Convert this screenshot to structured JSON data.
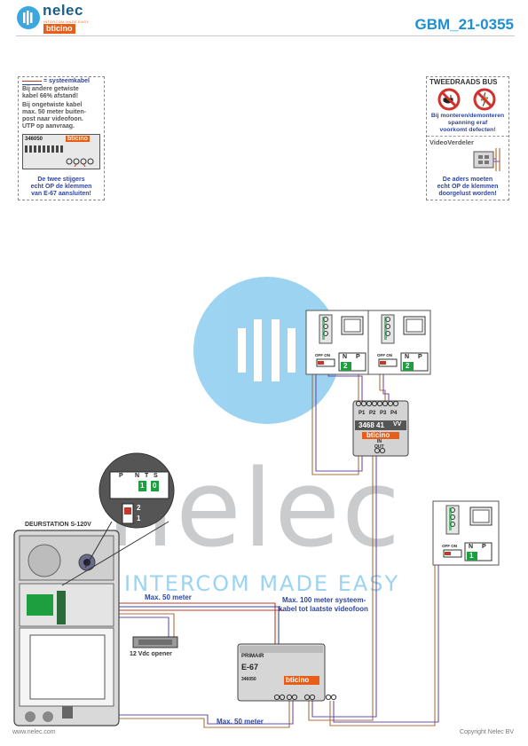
{
  "header": {
    "logo_name": "nelec",
    "logo_tagline": "INTERCOM MADE EASY",
    "logo_brand": "bticino",
    "doc_code": "GBM_21-0355"
  },
  "note_left": {
    "line1": "= systeemkabel",
    "line2": "Bij andere getwiste",
    "line3": "kabel 66% afstand!",
    "line4": "Bij ongetwiste kabel",
    "line5": "max. 50 meter buiten-",
    "line6": "post naar videofoon.",
    "line7": "UTP op aanvraag.",
    "module_code": "346050",
    "module_brand": "bticino",
    "footer1": "De twee stijgers",
    "footer2": "echt OP de klemmen",
    "footer3": "van E-67 aansluiten!"
  },
  "note_right": {
    "title": "TWEEDRAADS BUS",
    "warn1": "Bij monteren/demonteren",
    "warn2": "spanning eraf",
    "warn3": "voorkomt defecten!",
    "subtitle": "VideoVerdeler",
    "foot1": "De aders moeten",
    "foot2": "echt OP de klemmen",
    "foot3": "doorgelust worden!"
  },
  "diagram": {
    "door_station_label": "DEURSTATION S-120V",
    "opener_label": "12 Vdc opener",
    "max50_top": "Max. 50 meter",
    "max50_bottom": "Max. 50 meter",
    "max100_1": "Max. 100 meter systeem-",
    "max100_2": "kabel tot laatste videofoon",
    "distributor_ports": [
      "P1",
      "P2",
      "P3",
      "P4"
    ],
    "distributor_code": "3468 41",
    "distributor_vv": "VV",
    "distributor_brand": "bticino",
    "distributor_in": "IN",
    "distributor_out": "OUT",
    "psu_primair": "PRIMAIR",
    "psu_name": "E-67",
    "psu_code": "346050",
    "psu_brand": "bticino",
    "monitor_terminals": [
      "N",
      "P"
    ],
    "monitor_switch": "OFF ON",
    "monitor_numbers": [
      "2",
      "2",
      "1"
    ],
    "zoom_terminals": [
      "P",
      "N",
      "T",
      "S"
    ],
    "zoom_values": [
      "1",
      "0"
    ],
    "zoom_dip": [
      "2",
      "1"
    ],
    "watermark_word": "nelec",
    "watermark_slogan": "INTERCOM MADE EASY"
  },
  "footer": {
    "left": "www.nelec.com",
    "right": "Copyright Nelec BV"
  },
  "colors": {
    "blue_label": "#2f47a0",
    "red_wire": "#c0392b",
    "brown_wire": "#b0703a",
    "purple_wire": "#6a4fb3",
    "terminal_green": "#1d9e3f",
    "accent_blue": "#1e8fd1",
    "brand_orange": "#e85d17"
  }
}
